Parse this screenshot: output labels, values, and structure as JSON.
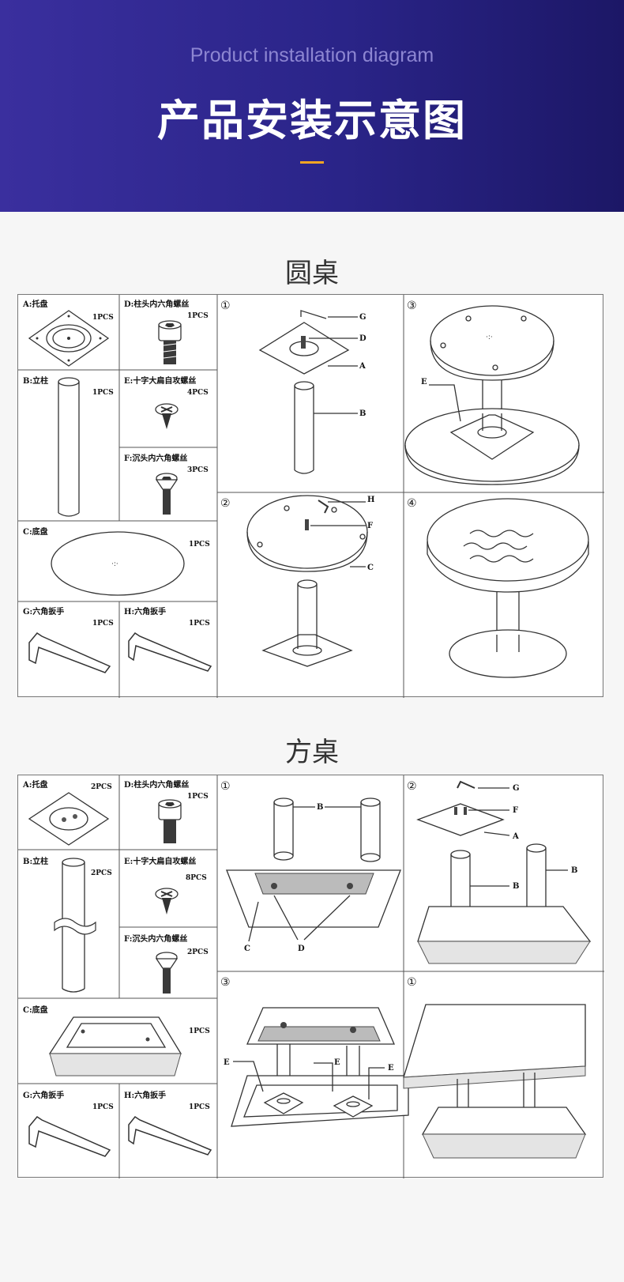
{
  "header": {
    "subtitle_en": "Product installation diagram",
    "title_zh": "产品安装示意图"
  },
  "sections": [
    {
      "title": "圆桌",
      "parts": {
        "A": {
          "label": "A:托盘",
          "qty": "1PCS"
        },
        "D": {
          "label": "D:柱头内六角螺丝",
          "qty": "1PCS"
        },
        "B": {
          "label": "B:立柱",
          "qty": "1PCS"
        },
        "E": {
          "label": "E:十字大扁自攻螺丝",
          "qty": "4PCS"
        },
        "F": {
          "label": "F:沉头内六角螺丝",
          "qty": "3PCS"
        },
        "C": {
          "label": "C:底盘",
          "qty": "1PCS"
        },
        "G": {
          "label": "G:六角扳手",
          "qty": "1PCS"
        },
        "H": {
          "label": "H:六角扳手",
          "qty": "1PCS"
        }
      },
      "steps": [
        "①",
        "②",
        "③",
        "④"
      ],
      "callouts": {
        "s1": [
          "G",
          "D",
          "A",
          "B"
        ],
        "s2": [
          "H",
          "F",
          "C"
        ],
        "s3": [
          "E"
        ]
      }
    },
    {
      "title": "方桌",
      "parts": {
        "A": {
          "label": "A:托盘",
          "qty": "2PCS"
        },
        "D": {
          "label": "D:柱头内六角螺丝",
          "qty": "1PCS"
        },
        "B": {
          "label": "B:立柱",
          "qty": "2PCS"
        },
        "E": {
          "label": "E:十字大扁自攻螺丝",
          "qty": "8PCS"
        },
        "F": {
          "label": "F:沉头内六角螺丝",
          "qty": "2PCS"
        },
        "C": {
          "label": "C:底盘",
          "qty": "1PCS"
        },
        "G": {
          "label": "G:六角扳手",
          "qty": "1PCS"
        },
        "H": {
          "label": "H:六角扳手",
          "qty": "1PCS"
        }
      },
      "steps": [
        "①",
        "②",
        "③",
        "①"
      ],
      "callouts": {
        "s1": [
          "B",
          "C",
          "D"
        ],
        "s2": [
          "G",
          "F",
          "A",
          "B",
          "B"
        ],
        "s3": [
          "E",
          "E",
          "E"
        ]
      }
    }
  ]
}
